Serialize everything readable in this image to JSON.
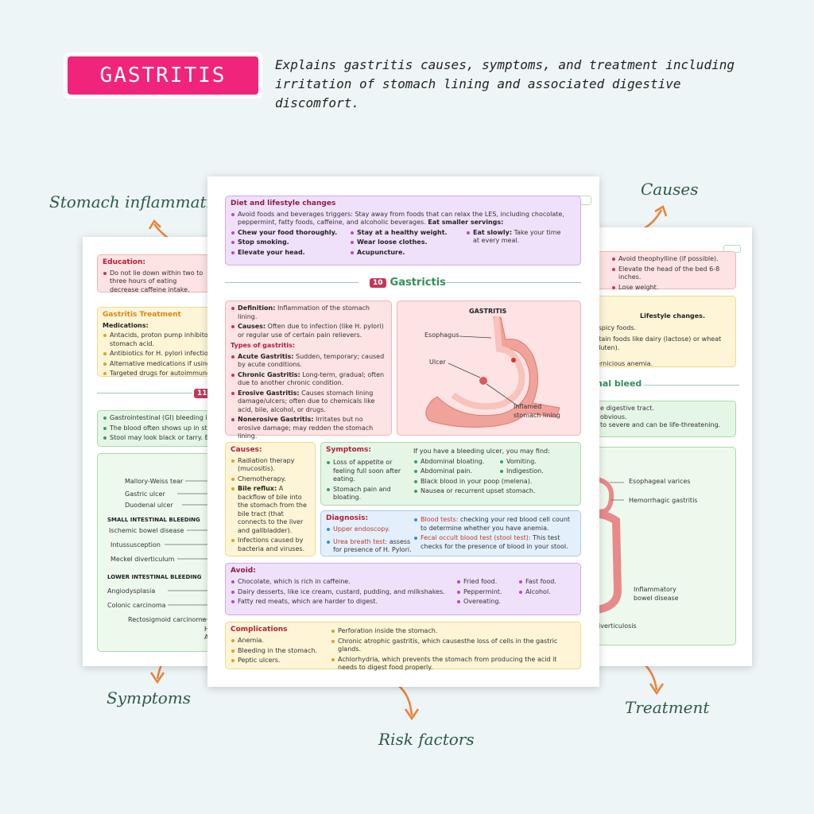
{
  "header": {
    "title": "GASTRITIS",
    "description": "Explains gastritis causes, symptoms, and treatment including irritation of stomach lining and associated digestive discomfort."
  },
  "labels": {
    "stomach_inflammation": "Stomach inflammation",
    "causes": "Causes",
    "symptoms": "Symptoms",
    "risk_factors": "Risk factors",
    "treatment": "Treatment"
  },
  "left_sheet": {
    "education_title": "Education:",
    "education_item": "Do not lie down within two to three hours of eating decrease caffeine intake.",
    "treatment_title": "Gastritis Treatment",
    "medications_label": "Medications:",
    "medications": [
      "Antacids, proton pump inhibitors, H-2 blockers to reduce stomach acid.",
      "Antibiotics for H. pylori infection.",
      "Alternative medications if using NSAID",
      "Targeted drugs for autoimmune disea"
    ],
    "section_num": "11",
    "section_title": "G",
    "gi_items": [
      "Gastrointestinal (GI) bleeding is a sign",
      "The blood often shows up in stool or vo",
      "Stool may look black or tarry. Bleeding"
    ],
    "diagram_labels": {
      "mallory": "Mallory-Weiss tear",
      "gastric_ulcer": "Gastric ulcer",
      "duodenal_ulcer": "Duodenal ulcer",
      "small_head": "SMALL INTESTINAL BLEEDING",
      "ischemic": "Ischemic bowel disease",
      "intussusception": "Intussusception",
      "meckel": "Meckel diverticulum",
      "lower_head": "LOWER INTESTINAL BLEEDING",
      "angiodysplasia": "Angiodysplasia",
      "colonic": "Colonic carcinoma",
      "rectosigmoid": "Rectosigmoid carcinoma",
      "h": "H",
      "a": "A"
    }
  },
  "right_sheet": {
    "items_top": [
      "Avoid theophylline (if possible).",
      "Elevate the head of the bed 6-8 inches.",
      "Lose weight."
    ],
    "lifestyle_title": "Lifestyle changes.",
    "lifestyle_items": [
      "d spicy foods.",
      "ertain foods like dairy (lactose) or wheat (gluten).",
      "pernicious anemia."
    ],
    "section_title": "nal bleed",
    "gi_items": [
      "e digestive tract.",
      "obvious.",
      "to severe and can be life-threatening."
    ],
    "diagram_labels": {
      "varices": "Esophageal varices",
      "hemorrhagic": "Hemorrhagic gastritis",
      "ibd": "Inflammatory bowel disease",
      "diverticulosis": "iverticulosis"
    }
  },
  "main_sheet": {
    "diet": {
      "title": "Diet and lifestyle changes",
      "intro": "Avoid foods and beverages triggers: Stay away from foods that can relax the LES, including chocolate, peppermint, fatty foods, caffeine, and alcoholic beverages.",
      "intro_bold": "Eat smaller servings:",
      "col1": [
        "Chew your food thoroughly.",
        "Stop smoking.",
        "Elevate your head."
      ],
      "col2": [
        "Stay at a healthy weight.",
        "Wear loose clothes.",
        "Acupuncture."
      ],
      "col3_bold": "Eat slowly:",
      "col3_text": "Take your time at every meal."
    },
    "section": {
      "num": "10",
      "title": "Gastrictis"
    },
    "definition": {
      "def_label": "Definition:",
      "def_text": "Inflammation of the stomach lining.",
      "causes_label": "Causes:",
      "causes_text": "Often due to infection (like H. pylori) or regular use of certain pain relievers.",
      "types_title": "Types of gastritis:",
      "types": [
        {
          "label": "Acute Gastritis:",
          "text": "Sudden, temporary; caused by acute conditions."
        },
        {
          "label": "Chronic Gastritis:",
          "text": "Long-term, gradual; often due to another chronic condition."
        },
        {
          "label": "Erosive Gastritis:",
          "text": "Causes stomach lining damage/ulcers; often due to chemicals like acid, bile, alcohol, or drugs."
        },
        {
          "label": "Nonerosive Gastritis:",
          "text": "Irritates but no erosive damage; may redden the stomach lining."
        }
      ]
    },
    "illustration": {
      "title": "GASTRITIS",
      "esophagus": "Esophagus",
      "ulcer": "Ulcer",
      "inflamed": "Inflamed stomach lining"
    },
    "causes": {
      "title": "Causes:",
      "items": [
        "Radiation therapy (mucositis).",
        "Chemotherapy."
      ],
      "bile_label": "Bile reflux:",
      "bile_text": "A backflow of bile into the stomach from the bile tract (that connects to the liver and gallbladder).",
      "last": "Infections caused by bacteria and viruses."
    },
    "symptoms": {
      "title": "Symptoms:",
      "left": [
        "Loss of appetite or feeling full soon after eating.",
        "Stomach pain and bloating."
      ],
      "ulcer_intro": "If you have a bleeding ulcer, you may find:",
      "right_a": [
        "Abdominal bloating.",
        "Abdominal pain."
      ],
      "right_b": [
        "Vomiting.",
        "Indigestion."
      ],
      "right_full": [
        "Black blood in your poop (melena).",
        "Nausea or recurrent upset stomach."
      ]
    },
    "diagnosis": {
      "title": "Diagnosis:",
      "endoscopy": "Upper endoscopy.",
      "urea_label": "Urea breath test:",
      "urea_text": "assess for presence of H. Pylori.",
      "blood_label": "Blood tests:",
      "blood_text": "checking your red blood cell count to determine whether you have anemia.",
      "fecal_label": "Fecal occult blood test (stool test):",
      "fecal_text": "This test checks for the presence of blood in your stool."
    },
    "avoid": {
      "title": "Avoid:",
      "col1": [
        "Chocolate, which is rich in caffeine.",
        "Dairy desserts, like ice cream, custard, pudding, and milkshakes.",
        "Fatty red meats, which are harder to digest."
      ],
      "col2": [
        "Fried food.",
        "Peppermint.",
        "Overeating."
      ],
      "col3": [
        "Fast food.",
        "Alcohol."
      ]
    },
    "complications": {
      "title": "Complications",
      "left": [
        "Anemia.",
        "Bleeding in the stomach.",
        "Peptic ulcers."
      ],
      "right": [
        "Perforation inside the stomach.",
        "Chronic atrophic gastritis, which causesthe loss of cells in the gastric glands.",
        "Achlorhydria, which prevents the stomach from producing the acid it needs to digest food properly."
      ]
    }
  }
}
